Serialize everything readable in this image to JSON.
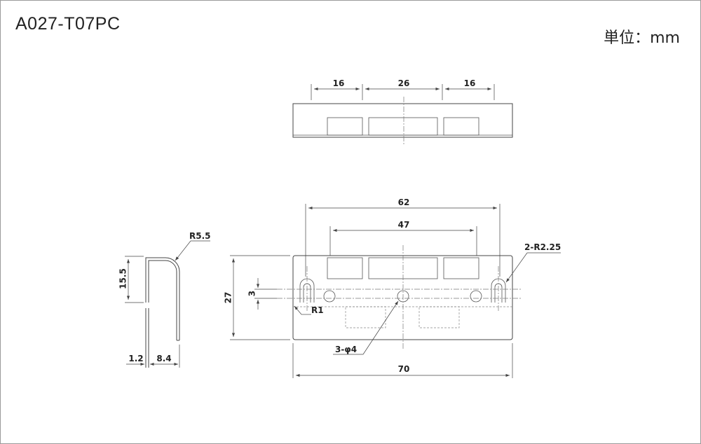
{
  "header": {
    "part_number": "A027-T07PC",
    "unit": "単位：mm"
  },
  "top_view": {
    "dims": [
      "16",
      "26",
      "16"
    ]
  },
  "front_view": {
    "overall_width": "70",
    "hole_pitch": "62",
    "slot_span": "47",
    "height": "27",
    "offset": "3",
    "slot_radius": "2-R2.25",
    "corner_radius": "R1",
    "holes": "3-φ4"
  },
  "side_view": {
    "bend_radius": "R5.5",
    "flange_height": "15.5",
    "thickness": "1.2",
    "depth": "8.4"
  }
}
